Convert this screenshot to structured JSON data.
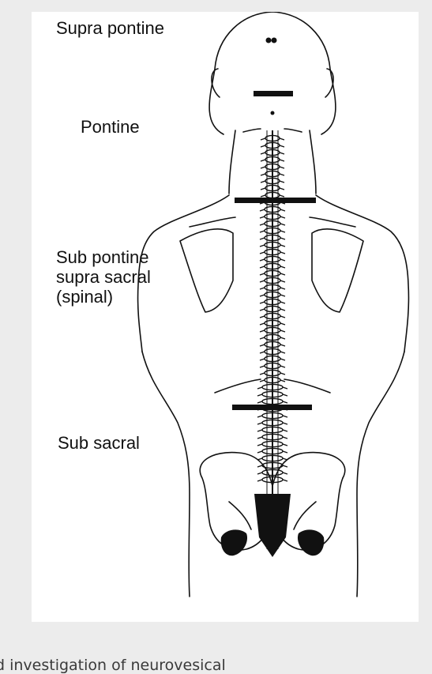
{
  "diagram": {
    "labels": {
      "supra_pontine": "Supra pontine",
      "pontine": "Pontine",
      "sub_pontine": [
        "Sub pontine",
        "supra sacral",
        "(spinal)"
      ],
      "sub_sacral": "Sub sacral"
    },
    "colors": {
      "ink": "#111111",
      "paper": "#ffffff",
      "background": "#ececec"
    }
  },
  "caption": {
    "text": "d investigation of neurovesical"
  }
}
